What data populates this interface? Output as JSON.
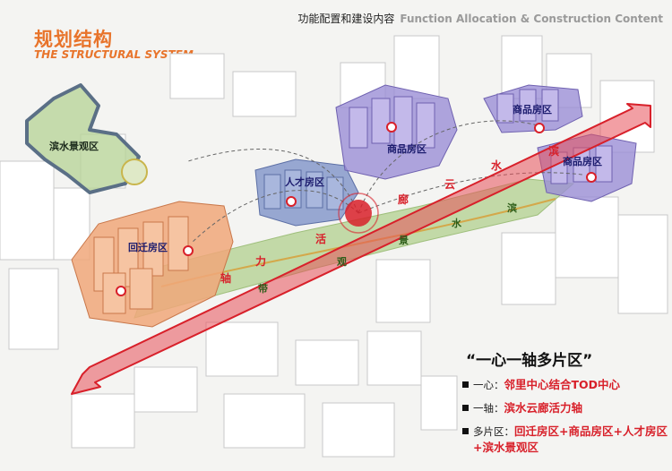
{
  "header": {
    "title_cn": "规划结构",
    "title_en": "THE STRUCTURAL SYSTEM",
    "subtitle_cn": "功能配置和建设内容",
    "subtitle_en": "Function Allocation & Construction Content"
  },
  "zones": {
    "relocation": "回迁房区",
    "talent": "人才房区",
    "commercial_1": "商品房区",
    "commercial_2": "商品房区",
    "commercial_3": "商品房区",
    "waterfront": "滨水景观区"
  },
  "axis_chars": [
    "轴",
    "力",
    "活",
    "廊",
    "云",
    "水",
    "滨"
  ],
  "green_chars": [
    "带",
    "观",
    "景",
    "水",
    "滨"
  ],
  "legend": {
    "title": "“一心一轴多片区”",
    "items": [
      {
        "key": "一心：",
        "value": "邻里中心结合TOD中心"
      },
      {
        "key": "一轴：",
        "value": "滨水云廊活力轴"
      },
      {
        "key": "多片区：",
        "value": "回迁房区+商品房区+人才房区+滨水景观区"
      }
    ]
  },
  "colors": {
    "accent_orange": "#e8742b",
    "axis_red": "#e8505a",
    "center_red": "#d8202a",
    "zone_purple": "#9b8ed6",
    "zone_blue": "#7f93c8",
    "zone_orange": "#f0a77a",
    "green_area": "#b9d49a"
  }
}
